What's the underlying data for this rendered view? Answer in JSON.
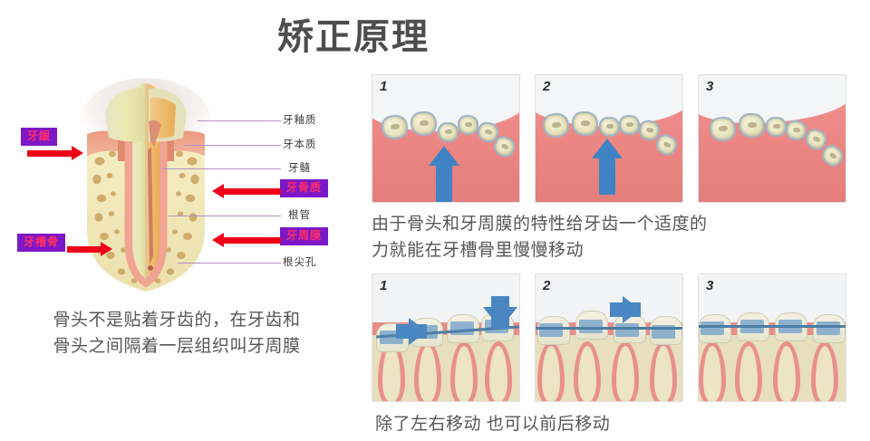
{
  "slide": {
    "title": "矫正原理",
    "background_color": "#ffffff",
    "title_color": "#4d4d4d"
  },
  "left_figure": {
    "name": "tooth-cross-section-diagram",
    "callouts": [
      {
        "id": "gingiva",
        "label": "牙龈",
        "side": "left",
        "box_color": "#7d18c7",
        "text_color": "#ff2d63"
      },
      {
        "id": "alveolar-bone",
        "label": "牙槽骨",
        "side": "left",
        "box_color": "#7d18c7",
        "text_color": "#ff2d63"
      },
      {
        "id": "cementum",
        "label": "牙骨质",
        "side": "right",
        "box_color": "#7d18c7",
        "text_color": "#ff2d63"
      },
      {
        "id": "periodontal-ligament",
        "label": "牙周膜",
        "side": "right",
        "box_color": "#7d18c7",
        "text_color": "#ff2d63"
      }
    ],
    "leader_labels": [
      {
        "id": "enamel",
        "label": "牙釉质"
      },
      {
        "id": "dentin",
        "label": "牙本质"
      },
      {
        "id": "pulp",
        "label": "牙髓"
      },
      {
        "id": "root-canal",
        "label": "根管"
      },
      {
        "id": "apical-foramen",
        "label": "根尖孔"
      }
    ],
    "caption": "骨头不是贴着牙齿的，在牙齿和\n骨头之间隔着一层组织叫牙周膜",
    "caption_line1": "骨头不是贴着牙齿的，在牙齿和",
    "caption_line2": "骨头之间隔着一层组织叫牙周膜"
  },
  "right_figure": {
    "top_row": {
      "name": "occlusal-crowding-sequence",
      "panels": [
        {
          "number": "1",
          "arrow": "up",
          "description": "牙齿拥挤不齐，箭头向上"
        },
        {
          "number": "2",
          "arrow": "up",
          "description": "牙齿部分排齐，箭头向上"
        },
        {
          "number": "3",
          "arrow": "none",
          "description": "牙齿排列整齐"
        }
      ],
      "caption_line1": "由于骨头和牙周膜的特性给牙齿一个适度的",
      "caption_line2": "力就能在牙槽骨里慢慢移动"
    },
    "bottom_row": {
      "name": "lateral-movement-sequence",
      "panels": [
        {
          "number": "1",
          "arrow": "right-and-down",
          "description": "侧面观，矫治器施加向右与向下的力"
        },
        {
          "number": "2",
          "arrow": "right",
          "description": "牙齿随矫治弓丝向右移动"
        },
        {
          "number": "3",
          "arrow": "none",
          "description": "牙齿移动到位"
        }
      ],
      "caption": "除了左右移动 也可以前后移动"
    }
  },
  "colors": {
    "arrow_red": "#ef0019",
    "arrow_blue": "#4a87c2",
    "callout_purple": "#7d18c7",
    "gum_pink": "#e98d88",
    "bone_cream": "#e8dfbe",
    "text_gray": "#565656"
  }
}
